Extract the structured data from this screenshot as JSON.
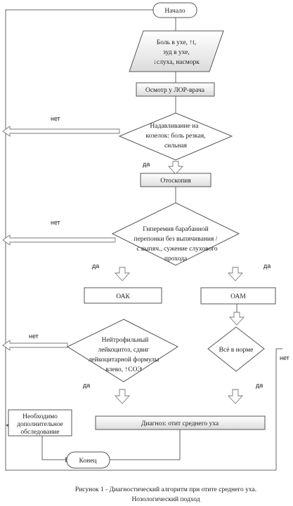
{
  "nodes": {
    "start": "Начало",
    "symptoms": [
      "Боль в ухе, ↑t,",
      "зуд в ухе,",
      "↓слуха, насморк"
    ],
    "ent_exam": "Осмотр у ЛОР-врача",
    "tragus": [
      "Надавливание на",
      "козелок: боль резкая,",
      "сильная"
    ],
    "otoscopy": "Отоскопия",
    "eardrum": [
      "Гиперемия барабанной",
      "перепонки без выпячивания /",
      "с выпяч., сужение слухового",
      "прохода"
    ],
    "oak": "ОАК",
    "oam": "ОАМ",
    "neutrophil": [
      "Нейтрофильный",
      "лейкоцитоз, сдвиг",
      "лейкоцитарной формулы",
      "влево, ↑СОЭ"
    ],
    "normal": "Всё в норме",
    "extra_exam": [
      "Необходимо",
      "дополнительное",
      "обследование"
    ],
    "diagnosis": "Диагноз: отит среднего уха",
    "end": "Конец"
  },
  "labels": {
    "no": "нет",
    "yes": "да"
  },
  "caption": [
    "Рисунок 1 - Диагностический алгоритм при отите среднего уха.",
    "Нозологический подход"
  ]
}
